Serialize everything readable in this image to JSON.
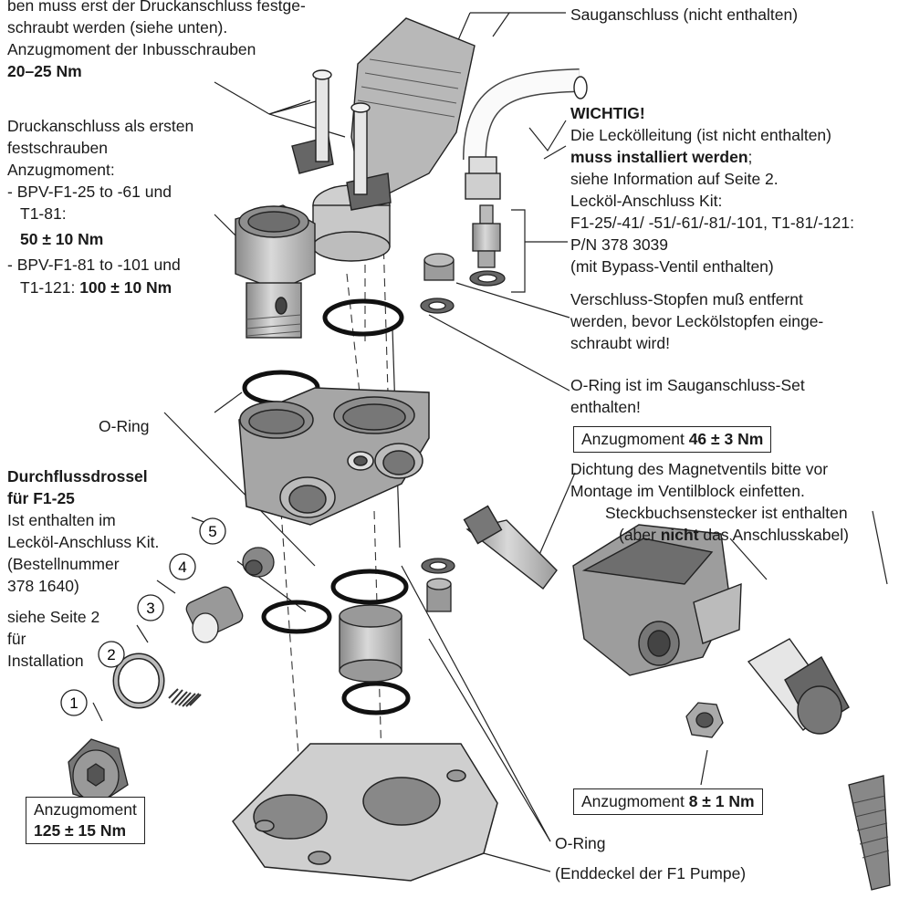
{
  "top_left": {
    "line1": "ben muss erst der Druckanschluss festge-",
    "line2": "schraubt werden (siehe unten).",
    "line3": "Anzugmoment der Inbusschrauben",
    "torque": "20–25 Nm"
  },
  "pressure_port": {
    "line1": "Druckanschluss als ersten",
    "line2": "festschrauben",
    "line3": "Anzugmoment:",
    "line4": "- BPV-F1-25 to -61 und",
    "line5": "T1-81:",
    "torque1": "50 ± 10 Nm",
    "line6": "- BPV-F1-81 to -101 und",
    "line7_prefix": "T1-121: ",
    "torque2": "100 ± 10 Nm"
  },
  "oring_left": "O-Ring",
  "throttle": {
    "title1": "Durchflussdrossel",
    "title2": "für F1-25",
    "line1": "Ist enthalten im",
    "line2": "Lecköl-Anschluss Kit.",
    "line3": "(Bestellnummer",
    "line4": "378 1640)",
    "line5": "siehe Seite 2",
    "line6": "für",
    "line7": "Installation"
  },
  "plug_torque": {
    "label": "Anzugmoment",
    "value": "125 ± 15 Nm"
  },
  "numbers": [
    "1",
    "2",
    "3",
    "4",
    "5"
  ],
  "suction": "Sauganschluss (nicht enthalten)",
  "important": {
    "title": "WICHTIG!",
    "line1": "Die Leckölleitung (ist nicht enthalten)",
    "line2_bold": "muss installiert werden",
    "line2_rest": ";",
    "line3": "siehe Information auf Seite 2.",
    "line4": "Lecköl-Anschluss Kit:",
    "line5": "F1-25/-41/ -51/-61/-81/-101, T1-81/-121:",
    "line6": "P/N 378 3039",
    "line7": "(mit Bypass-Ventil enthalten)"
  },
  "plug_note": {
    "line1": "Verschluss-Stopfen muß entfernt",
    "line2": "werden, bevor Leckölstopfen einge-",
    "line3": "schraubt wird!"
  },
  "oring_note": {
    "line1": "O-Ring ist im Sauganschluss-Set",
    "line2": "enthalten!"
  },
  "valve_torque": {
    "label": "Anzugmoment ",
    "value": "46  ±  3 Nm"
  },
  "seal_note": {
    "line1": "Dichtung des Magnetventils bitte vor",
    "line2": "Montage im Ventilblock einfetten."
  },
  "connector_note": {
    "line1": "Steckbuchsenstecker ist enthalten",
    "line2_pre": "(aber ",
    "line2_bold": "nicht",
    "line2_post": " das Anschlusskabel)"
  },
  "nut_torque": {
    "label": "Anzugmoment ",
    "value": "8 ± 1 Nm"
  },
  "oring_bottom": "O-Ring",
  "end_cover": "(Enddeckel der F1 Pumpe)"
}
